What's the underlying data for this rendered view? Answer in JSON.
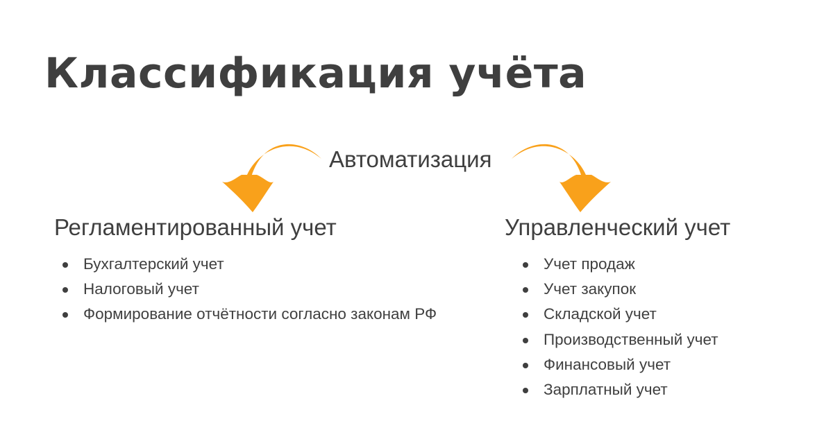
{
  "title": "Классификация учёта",
  "center_label": "Автоматизация",
  "accent_color": "#f9a11b",
  "left_column": {
    "heading": "Регламентированный учет",
    "items": [
      "Бухгалтерский учет",
      "Налоговый учет",
      "Формирование отчётности согласно законам РФ"
    ]
  },
  "right_column": {
    "heading": "Управленческий учет",
    "items": [
      "Учет продаж",
      "Учет закупок",
      "Складской учет",
      "Производственный учет",
      "Финансовый учет",
      "Зарплатный учет"
    ]
  },
  "icons": {
    "left_arrow": "curved-arrow-down-left-icon",
    "right_arrow": "curved-arrow-down-right-icon",
    "bullet": "bullet-dot-icon"
  }
}
